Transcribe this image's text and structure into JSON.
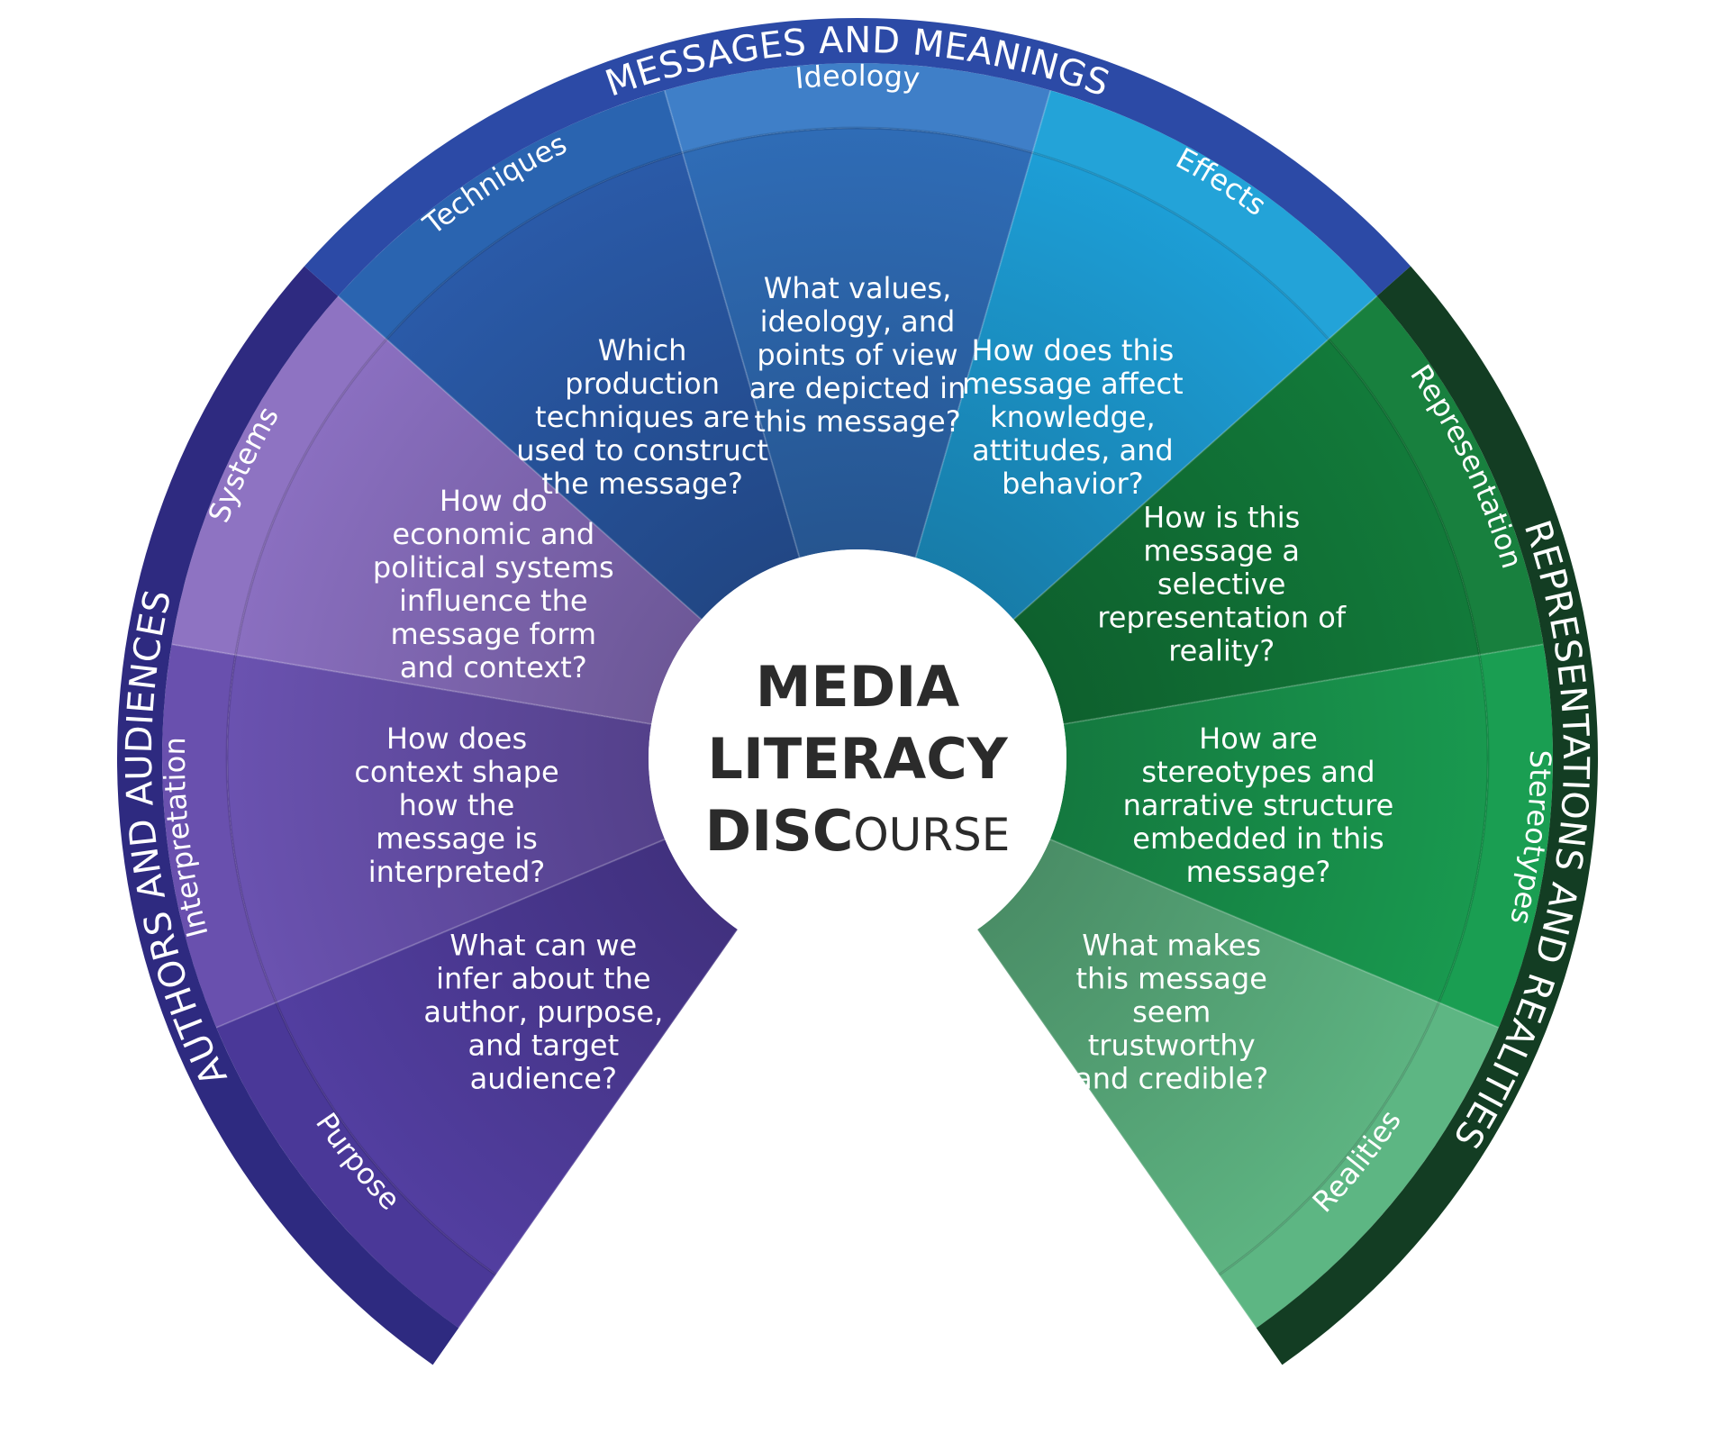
{
  "center": {
    "line1": "MEDIA",
    "line2": "LITERACY",
    "line3_bold": "DISC",
    "line3_rest": "OURSE"
  },
  "categories": [
    {
      "key": "authors",
      "label": "AUTHORS AND AUDIENCES",
      "color": "#2e2a80"
    },
    {
      "key": "messages",
      "label": "MESSAGES AND MEANINGS",
      "color": "#2c4aa6"
    },
    {
      "key": "representations",
      "label": "REPRESENTATIONS AND REALITIES",
      "color": "#133d23"
    }
  ],
  "segments": [
    {
      "key": "purpose",
      "category": "authors",
      "label": "Purpose",
      "question": [
        "What can we",
        "infer about the",
        "author, purpose,",
        "and target",
        "audience?"
      ],
      "outer_color": "#4a3898",
      "inner_color": "#523ea0"
    },
    {
      "key": "interpretation",
      "category": "authors",
      "label": "Interpretation",
      "question": [
        "How does",
        "context shape",
        "how the",
        "message is",
        "interpreted?"
      ],
      "outer_color": "#6950ae",
      "inner_color": "#6a52b0"
    },
    {
      "key": "systems",
      "category": "authors",
      "label": "Systems",
      "question": [
        "How do",
        "economic and",
        "political systems",
        "influence the",
        "message form",
        "and context?"
      ],
      "outer_color": "#8e73c2",
      "inner_color": "#8a6fc0"
    },
    {
      "key": "techniques",
      "category": "messages",
      "label": "Techniques",
      "question": [
        "Which",
        "production",
        "techniques are",
        "used to construct",
        "the message?"
      ],
      "outer_color": "#2a64b0",
      "inner_color": "#2a5aa8"
    },
    {
      "key": "ideology",
      "category": "messages",
      "label": "Ideology",
      "question": [
        "What values,",
        "ideology, and",
        "points of view",
        "are depicted in",
        "this message?"
      ],
      "outer_color": "#3f7fc8",
      "inner_color": "#2f6cb6"
    },
    {
      "key": "effects",
      "category": "messages",
      "label": "Effects",
      "question": [
        "How does this",
        "message affect",
        "knowledge,",
        "attitudes, and",
        "behavior?"
      ],
      "outer_color": "#23a3d8",
      "inner_color": "#1d9ed6"
    },
    {
      "key": "representation",
      "category": "representations",
      "label": "Representation",
      "question": [
        "How is this",
        "message a",
        "selective",
        "representation of",
        "reality?"
      ],
      "outer_color": "#18803e",
      "inner_color": "#127a3a"
    },
    {
      "key": "stereotypes",
      "category": "representations",
      "label": "Stereotypes",
      "question": [
        "How are",
        "stereotypes and",
        "narrative structure",
        "embedded in this",
        "message?"
      ],
      "outer_color": "#1a9e52",
      "inner_color": "#19994f"
    },
    {
      "key": "realities",
      "category": "representations",
      "label": "Realities",
      "question": [
        "What makes",
        "this message",
        "seem",
        "trustworthy",
        "and credible?"
      ],
      "outer_color": "#5db683",
      "inner_color": "#5db381"
    }
  ],
  "colors": {
    "background": "#ffffff",
    "center_fill": "#ffffff",
    "text_light": "#ffffff",
    "text_dark": "#2b2b2b"
  }
}
